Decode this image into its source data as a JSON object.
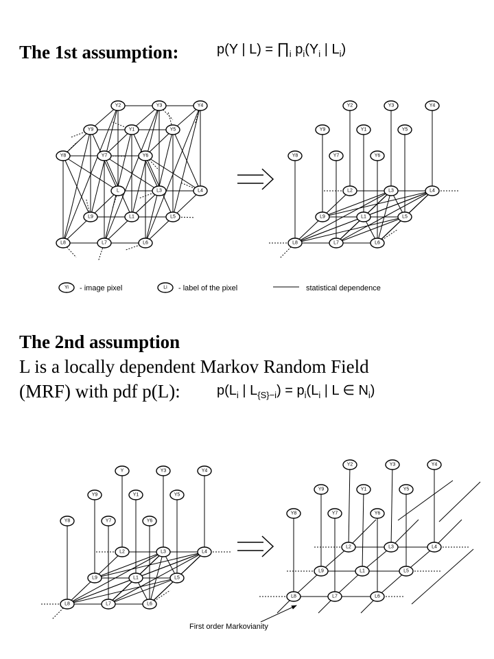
{
  "heading1": "The 1st assumption:",
  "formula1": {
    "lhs": "p(Y | L) =",
    "prod": "∏",
    "sub_i": "i",
    "rhs_p": "p",
    "rhs_sub": "i",
    "rhs_args": "(Y",
    "rhs_ysub": "i",
    "rhs_bar": " | L",
    "rhs_lsub": "i",
    "rhs_close": ")"
  },
  "legend": {
    "pixel_node": "Yi",
    "pixel_text": "- image pixel",
    "label_node": "Li",
    "label_text": "- label of the pixel",
    "line_text": "statistical dependence"
  },
  "heading2": "The 2nd assumption",
  "body_line1": "L is a locally dependent Markov Random Field",
  "body_line2": "(MRF) with pdf p(L):",
  "formula2": {
    "lhs": "p(L",
    "lhs_sub": "i",
    "bar": " | L",
    "bar_sub": "{S}−i",
    "mid": ") = p",
    "mid_sub": "i",
    "rhs": "(L",
    "rhs_sub": "i",
    "rhs_rest": " | L ∈ N",
    "rhs_nsub": "i",
    "close": ")"
  },
  "annotation": "First order Markovianity",
  "diagrams": {
    "nodes_Y": [
      "Y2",
      "Y3",
      "Y4",
      "Y9",
      "Y1",
      "Y5",
      "Y8",
      "Y7",
      "Y6"
    ],
    "nodes_L": [
      "L2",
      "L3",
      "L4",
      "L9",
      "L1",
      "L5",
      "L8",
      "L7",
      "L6"
    ],
    "d3_top_left": "Y",
    "d1_mid_labels": [
      "L",
      "L3",
      "L4",
      "L9",
      "L1",
      "L5",
      "L8",
      "L7",
      "L6"
    ]
  }
}
